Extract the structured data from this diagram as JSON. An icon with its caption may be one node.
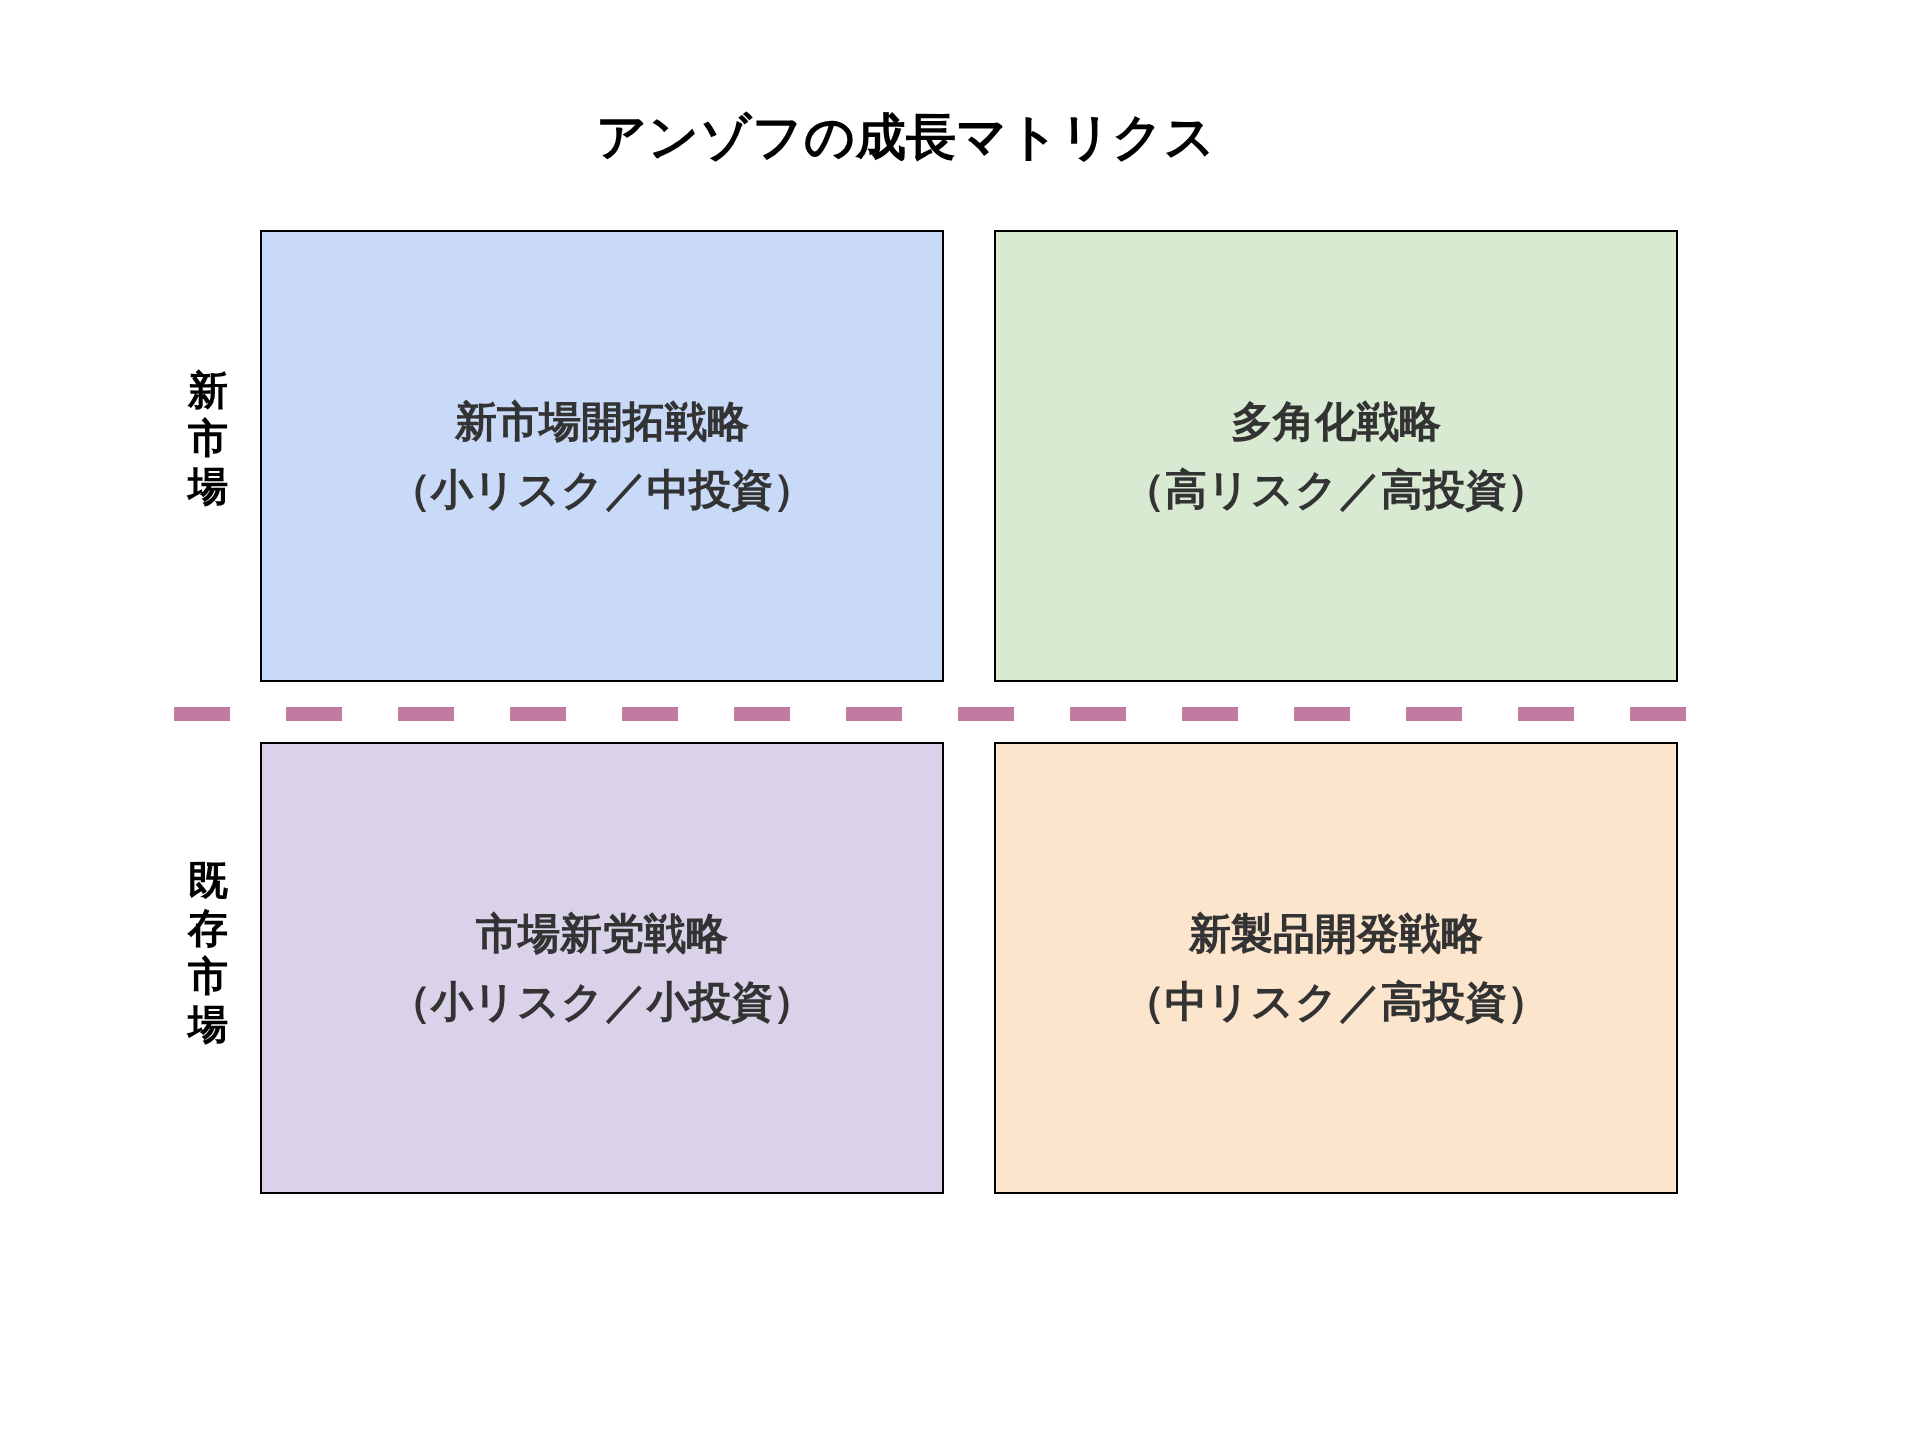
{
  "diagram": {
    "title": "アンゾフの成長マトリクス",
    "nodes": [
      {
        "text": [
          "新市場開拓戦略",
          "（小リスク／中投資）"
        ]
      },
      {
        "text": [
          "多角化戦略",
          "（高リスク／高投資）"
        ]
      },
      {
        "text": [
          "市場新党戦略",
          "（小リスク／小投資）"
        ]
      },
      {
        "text": [
          "新製品開発戦略",
          "（中リスク／高投資）"
        ]
      }
    ],
    "edges": [],
    "labels": [
      "新市場",
      "既存市場"
    ]
  }
}
